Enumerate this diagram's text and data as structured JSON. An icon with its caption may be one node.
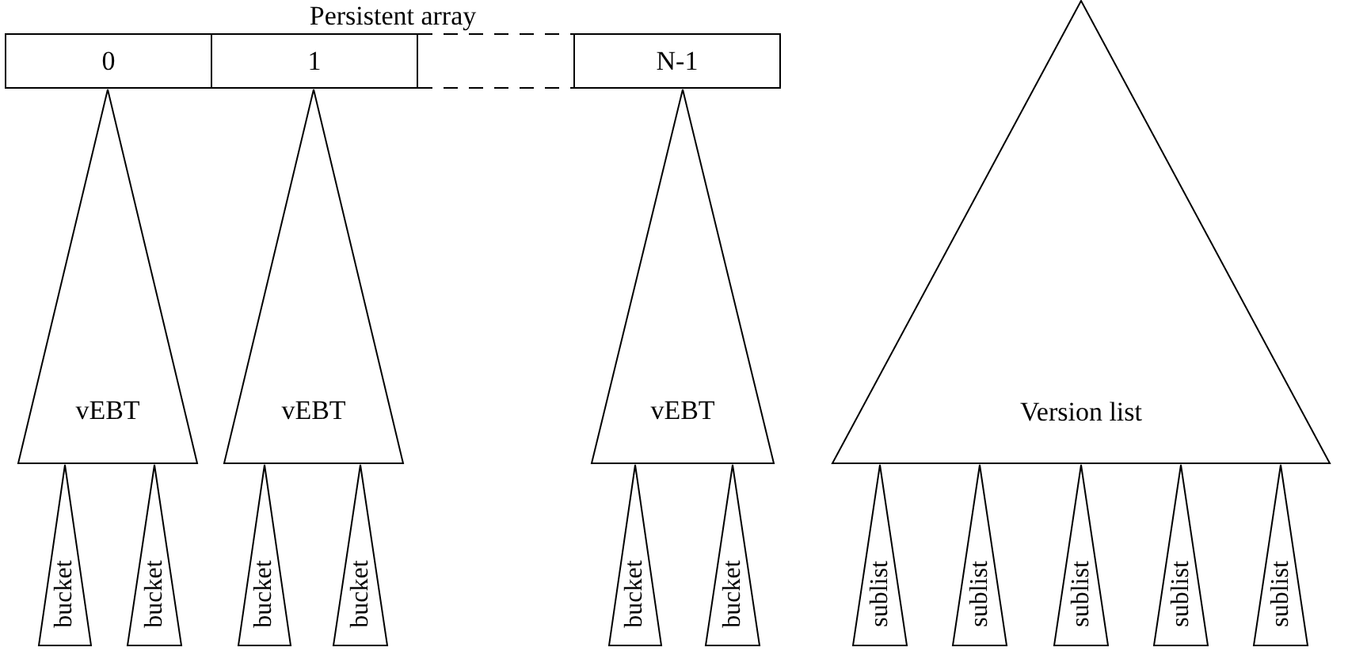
{
  "diagram": {
    "nodes": [
      {
        "text": [
          "0"
        ]
      },
      {
        "text": [
          "1"
        ]
      },
      {
        "text": [
          "N-1"
        ]
      },
      {
        "text": [
          "vEBT"
        ]
      },
      {
        "text": [
          "vEBT"
        ]
      },
      {
        "text": [
          "vEBT"
        ]
      },
      {
        "text": [
          "bucket"
        ]
      },
      {
        "text": [
          "bucket"
        ]
      },
      {
        "text": [
          "bucket"
        ]
      },
      {
        "text": [
          "bucket"
        ]
      },
      {
        "text": [
          "bucket"
        ]
      },
      {
        "text": [
          "bucket"
        ]
      },
      {
        "text": [
          "Version list"
        ]
      },
      {
        "text": [
          "sublist"
        ]
      },
      {
        "text": [
          "sublist"
        ]
      },
      {
        "text": [
          "sublist"
        ]
      },
      {
        "text": [
          "sublist"
        ]
      },
      {
        "text": [
          "sublist"
        ]
      }
    ],
    "labels": [
      "Persistent array"
    ]
  }
}
